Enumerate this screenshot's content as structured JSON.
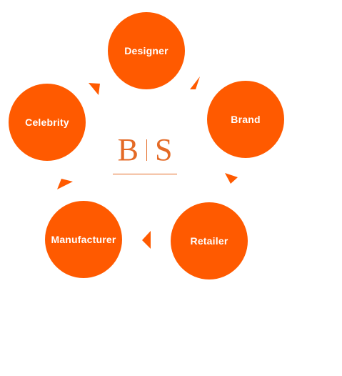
{
  "colors": {
    "accent": "#ff5a00",
    "logo": "#e46a26",
    "background": "#ffffff"
  },
  "nodes": {
    "designer": "Designer",
    "brand": "Brand",
    "retailer": "Retailer",
    "manufacturer": "Manufacturer",
    "celebrity": "Celebrity"
  },
  "logo": {
    "letter_left": "B",
    "letter_right": "S"
  }
}
